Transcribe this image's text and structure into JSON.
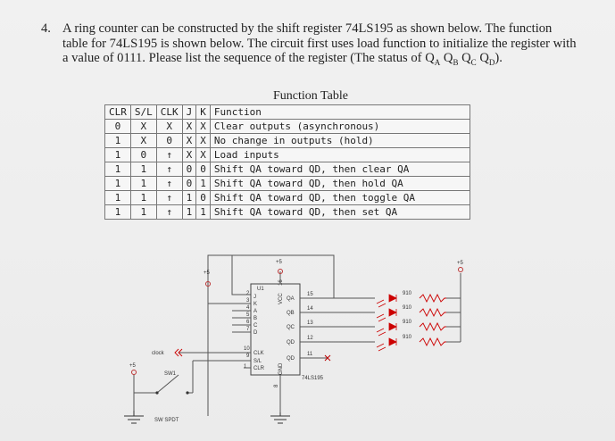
{
  "question": {
    "number": "4.",
    "text": "A ring counter can be constructed by the shift register 74LS195 as shown below. The function table for 74LS195 is shown below. The circuit first uses load function to initialize the register with a value of 0111. Please list the sequence of the register (The status of",
    "end": ")."
  },
  "table": {
    "title": "Function Table",
    "headers": [
      "CLR",
      "S/L",
      "CLK",
      "J",
      "K",
      "Function"
    ],
    "rows": [
      [
        "0",
        "X",
        "X",
        "X",
        "X",
        "Clear outputs (asynchronous)"
      ],
      [
        "1",
        "X",
        "0",
        "X",
        "X",
        "No change in outputs (hold)"
      ],
      [
        "1",
        "0",
        "↑",
        "X",
        "X",
        "Load inputs"
      ],
      [
        "1",
        "1",
        "↑",
        "0",
        "0",
        "Shift QA toward QD, then clear QA"
      ],
      [
        "1",
        "1",
        "↑",
        "0",
        "1",
        "Shift QA toward QD, then hold QA"
      ],
      [
        "1",
        "1",
        "↑",
        "1",
        "0",
        "Shift QA toward QD, then toggle QA"
      ],
      [
        "1",
        "1",
        "↑",
        "1",
        "1",
        "Shift QA toward QD, then set QA"
      ]
    ]
  },
  "circuit": {
    "vcc": "+5",
    "ic_ref": "U1",
    "part": "74LS195",
    "vcc_pin": "VCC",
    "vcc_num": "16",
    "gnd_pin": "GND",
    "gnd_num": "8",
    "inputs": [
      "J",
      "K",
      "A",
      "B",
      "C",
      "D"
    ],
    "control": [
      "CLK",
      "S/L",
      "CLR"
    ],
    "outputs": [
      "QA",
      "QB",
      "QC",
      "QD",
      "QD"
    ],
    "pin_numbers": {
      "left": [
        "2",
        "3",
        "4",
        "5",
        "6",
        "7",
        "10",
        "9",
        "1"
      ],
      "right": [
        "15",
        "14",
        "13",
        "12",
        "11"
      ]
    },
    "resistor": "910",
    "clock": "clock",
    "switch_ref": "SW1",
    "switch_type": "SW SPDT"
  }
}
